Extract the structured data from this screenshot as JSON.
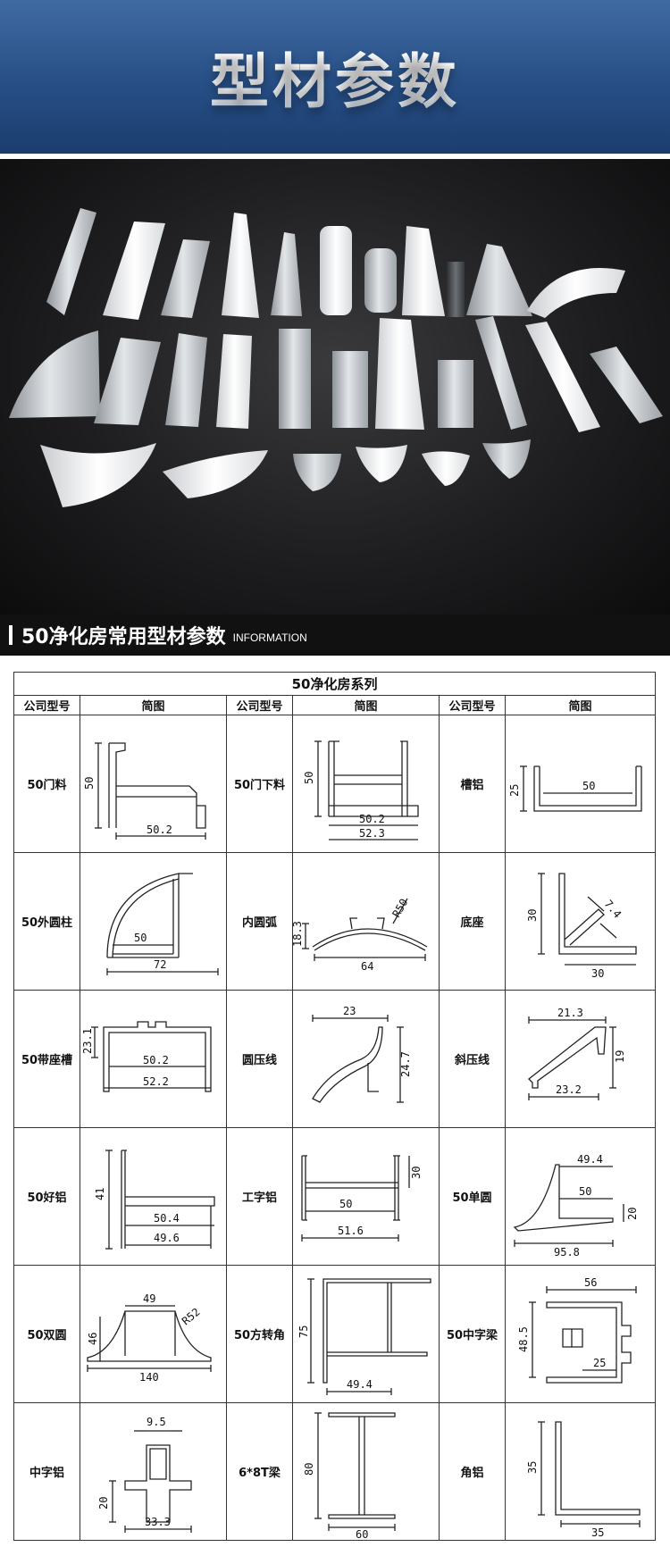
{
  "header": {
    "title": "型材参数"
  },
  "section": {
    "title": "50净化房常用型材参数",
    "subtitle": "INFORMATION"
  },
  "table": {
    "caption": "50净化房系列",
    "headers": [
      "公司型号",
      "简图",
      "公司型号",
      "简图",
      "公司型号",
      "简图"
    ],
    "rows": [
      [
        {
          "name": "50门料",
          "dims": [
            "50",
            "50.2"
          ]
        },
        {
          "name": "50门下料",
          "dims": [
            "50",
            "50.2",
            "52.3"
          ]
        },
        {
          "name": "槽铝",
          "dims": [
            "25",
            "50"
          ]
        }
      ],
      [
        {
          "name": "50外圆柱",
          "dims": [
            "50",
            "72"
          ]
        },
        {
          "name": "内圆弧",
          "dims": [
            "18.3",
            "64",
            "R50"
          ]
        },
        {
          "name": "底座",
          "dims": [
            "30",
            "7.4",
            "30"
          ]
        }
      ],
      [
        {
          "name": "50带座槽",
          "dims": [
            "23.1",
            "50.2",
            "52.2"
          ]
        },
        {
          "name": "圆压线",
          "dims": [
            "23",
            "24.7"
          ]
        },
        {
          "name": "斜压线",
          "dims": [
            "21.3",
            "19",
            "23.2"
          ]
        }
      ],
      [
        {
          "name": "50好铝",
          "dims": [
            "41",
            "50.4",
            "49.6"
          ]
        },
        {
          "name": "工字铝",
          "dims": [
            "50",
            "30",
            "51.6"
          ]
        },
        {
          "name": "50单圆",
          "dims": [
            "49.4",
            "50",
            "20",
            "95.8"
          ]
        }
      ],
      [
        {
          "name": "50双圆",
          "dims": [
            "49",
            "46",
            "R52",
            "140"
          ]
        },
        {
          "name": "50方转角",
          "dims": [
            "75",
            "49.4"
          ]
        },
        {
          "name": "50中字梁",
          "dims": [
            "56",
            "48.5",
            "25"
          ]
        }
      ],
      [
        {
          "name": "中字铝",
          "dims": [
            "9.5",
            "20",
            "33.3"
          ]
        },
        {
          "name": "6*8T梁",
          "dims": [
            "80",
            "60"
          ]
        },
        {
          "name": "角铝",
          "dims": [
            "35",
            "35"
          ]
        }
      ]
    ]
  }
}
